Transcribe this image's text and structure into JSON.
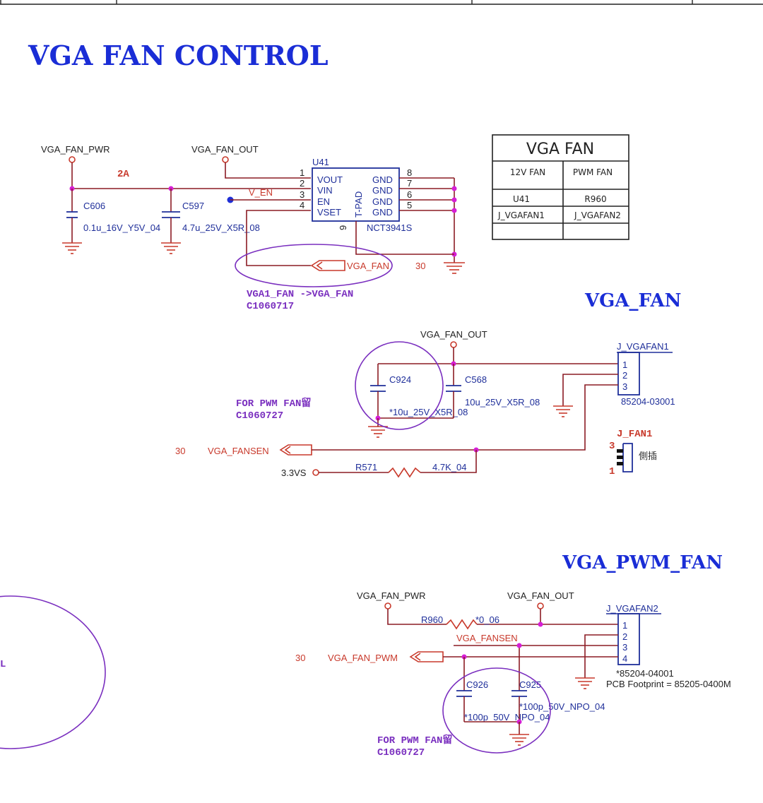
{
  "title": "VGA FAN CONTROL",
  "section_vga_fan": "VGA_FAN",
  "section_vga_pwm_fan": "VGA_PWM_FAN",
  "nets": {
    "vga_fan_pwr": "VGA_FAN_PWR",
    "vga_fan_out": "VGA_FAN_OUT",
    "v_en": "V_EN",
    "vga_fan": "VGA_FAN",
    "vga_fansen": "VGA_FANSEN",
    "vga_fan_pwm": "VGA_FAN_PWM",
    "v33": "3.3VS",
    "current": "2A"
  },
  "page_refs": {
    "vga_fan": "30",
    "vga_fansen": "30",
    "vga_fan_pwm": "30"
  },
  "u41": {
    "ref": "U41",
    "part": "NCT3941S",
    "left_pins": [
      {
        "num": "1",
        "name": "VOUT"
      },
      {
        "num": "2",
        "name": "VIN"
      },
      {
        "num": "3",
        "name": "EN"
      },
      {
        "num": "4",
        "name": "VSET"
      }
    ],
    "right_pins": [
      {
        "num": "8",
        "name": "GND"
      },
      {
        "num": "7",
        "name": "GND"
      },
      {
        "num": "6",
        "name": "GND"
      },
      {
        "num": "5",
        "name": "GND"
      }
    ],
    "tpad": "T-PAD",
    "tpad_pin": "9"
  },
  "caps": {
    "c606": {
      "ref": "C606",
      "value": "0.1u_16V_Y5V_04"
    },
    "c597": {
      "ref": "C597",
      "value": "4.7u_25V_X5R_08"
    },
    "c924": {
      "ref": "C924",
      "value": "*10u_25V_X5R_08"
    },
    "c568": {
      "ref": "C568",
      "value": "10u_25V_X5R_08"
    },
    "c926": {
      "ref": "C926",
      "value": "*100p_50V_NPO_04"
    },
    "c925": {
      "ref": "C925",
      "value": "*100p_50V_NPO_04"
    }
  },
  "resistors": {
    "r571": {
      "ref": "R571",
      "value": "4.7K_04"
    },
    "r960": {
      "ref": "R960",
      "value": "*0_06"
    }
  },
  "connectors": {
    "j_vgafan1": {
      "ref": "J_VGAFAN1",
      "pins": [
        "1",
        "2",
        "3"
      ],
      "part": "85204-03001"
    },
    "j_fan1": {
      "ref": "J_FAN1",
      "pin_top": "3",
      "pin_bottom": "1",
      "note": "側插"
    },
    "j_vgafan2": {
      "ref": "J_VGAFAN2",
      "pins": [
        "1",
        "2",
        "3",
        "4"
      ],
      "part": "*85204-04001",
      "footprint": "PCB Footprint = 85205-0400M"
    }
  },
  "notes": {
    "change1_line1": "VGA1_FAN ->VGA_FAN",
    "change1_line2": "C1060717",
    "pwm_note_a": "FOR  PWM   FAN留",
    "pwm_note_b": "C1060727",
    "pwm_note2_a": "FOR  PWM   FAN留",
    "pwm_note2_b": "C1060727",
    "left_edge_letter": "L"
  },
  "table": {
    "title": "VGA FAN",
    "headers": [
      "12V FAN",
      "PWM FAN"
    ],
    "rows": [
      [
        "U41",
        "R960"
      ],
      [
        "J_VGAFAN1",
        "J_VGAFAN2"
      ],
      [
        "",
        ""
      ]
    ]
  },
  "colors": {
    "wire": "#8c1c24",
    "component": "#1f2f9a",
    "title": "#1a2dd6",
    "annotation": "#7a2fbf",
    "junction": "#d61fd6",
    "net_label": "#c8392b"
  }
}
